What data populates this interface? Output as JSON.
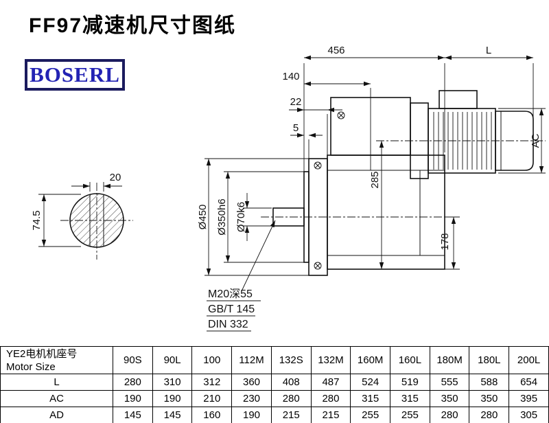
{
  "title": "FF97减速机尺寸图纸",
  "logo": {
    "text": "BOSERL"
  },
  "dims": {
    "overall": "456",
    "motor_length": "L",
    "d140": "140",
    "d22": "22",
    "d5": "5",
    "ac": "AC",
    "d285": "285",
    "d178": "178",
    "flange": "Ø450",
    "pilot": "Ø350h6",
    "shaft": "Ø70k6",
    "key_width": "20",
    "bore": "74.5"
  },
  "notes": {
    "thread": "M20深55",
    "gb": "GB/T 145",
    "din": "DIN 332"
  },
  "table": {
    "header": {
      "line1": "YE2电机机座号",
      "line2": "Motor Size"
    },
    "columns": [
      "90S",
      "90L",
      "100",
      "112M",
      "132S",
      "132M",
      "160M",
      "160L",
      "180M",
      "180L",
      "200L"
    ],
    "rows": [
      {
        "label": "L",
        "values": [
          "280",
          "310",
          "312",
          "360",
          "408",
          "487",
          "524",
          "519",
          "555",
          "588",
          "654"
        ]
      },
      {
        "label": "AC",
        "values": [
          "190",
          "190",
          "210",
          "230",
          "280",
          "280",
          "315",
          "315",
          "350",
          "350",
          "395"
        ]
      },
      {
        "label": "AD",
        "values": [
          "145",
          "145",
          "160",
          "190",
          "215",
          "215",
          "255",
          "255",
          "280",
          "280",
          "305"
        ]
      }
    ]
  }
}
